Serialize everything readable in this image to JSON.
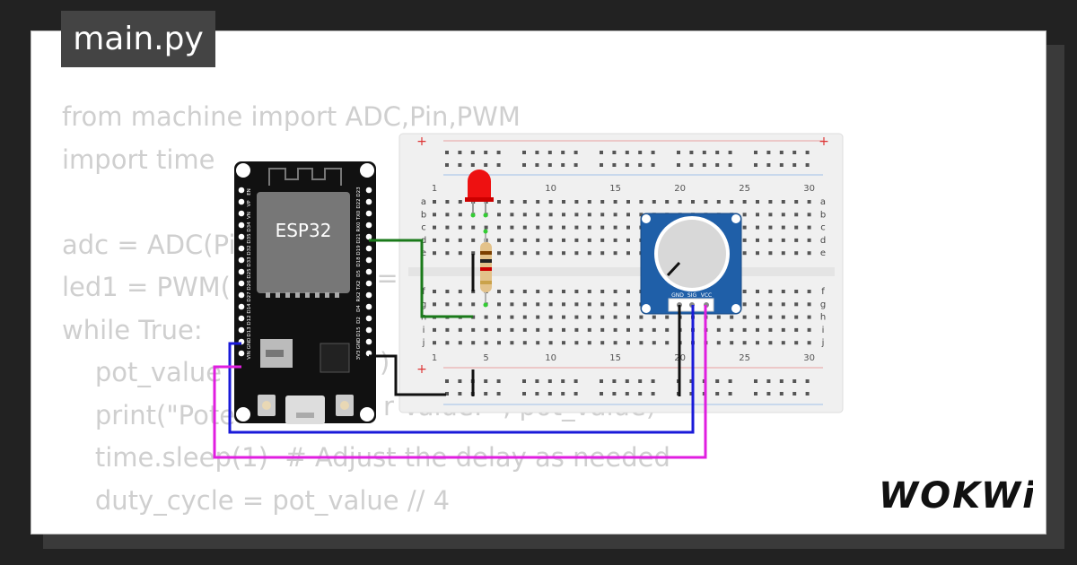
{
  "file_tab": {
    "label": "main.py"
  },
  "code_lines": [
    "from machine import ADC,Pin,PWM",
    "import time",
    "",
    "adc = ADC(Pi",
    "led1 = PWM(",
    "while True:",
    "    pot_value",
    "    print(\"Pote",
    "    time.sleep(1)  # Adjust the delay as needed",
    "    duty_cycle = pot_value // 4"
  ],
  "code_fragments": {
    "line5_tail": "q=",
    "line7_tail": ")",
    "line8_tail": "r Value: \", pot_value)"
  },
  "esp32": {
    "chip_label": "ESP32",
    "pins_left": [
      "EN",
      "VP",
      "VN",
      "D34",
      "D35",
      "D32",
      "D33",
      "D25",
      "D26",
      "D27",
      "D14",
      "D12",
      "D13",
      "GND",
      "VIN"
    ],
    "pins_right": [
      "D23",
      "D22",
      "TX0",
      "RX0",
      "D21",
      "D19",
      "D18",
      "D5",
      "TX2",
      "RX2",
      "D4",
      "D2",
      "D15",
      "GND",
      "3V3"
    ]
  },
  "breadboard": {
    "column_numbers": [
      "1",
      "5",
      "10",
      "15",
      "20",
      "25",
      "30"
    ],
    "rows_top": [
      "a",
      "b",
      "c",
      "d",
      "e"
    ],
    "rows_bottom": [
      "f",
      "g",
      "h",
      "i",
      "j"
    ],
    "plus_sign": "+"
  },
  "potentiometer": {
    "pin_labels": [
      "GND",
      "SIG",
      "VCC"
    ]
  },
  "wire_colors": {
    "green": "#1a7a1a",
    "black": "#111111",
    "blue": "#1a1ad9",
    "magenta": "#e01ee0"
  },
  "brand": "WOKWi"
}
